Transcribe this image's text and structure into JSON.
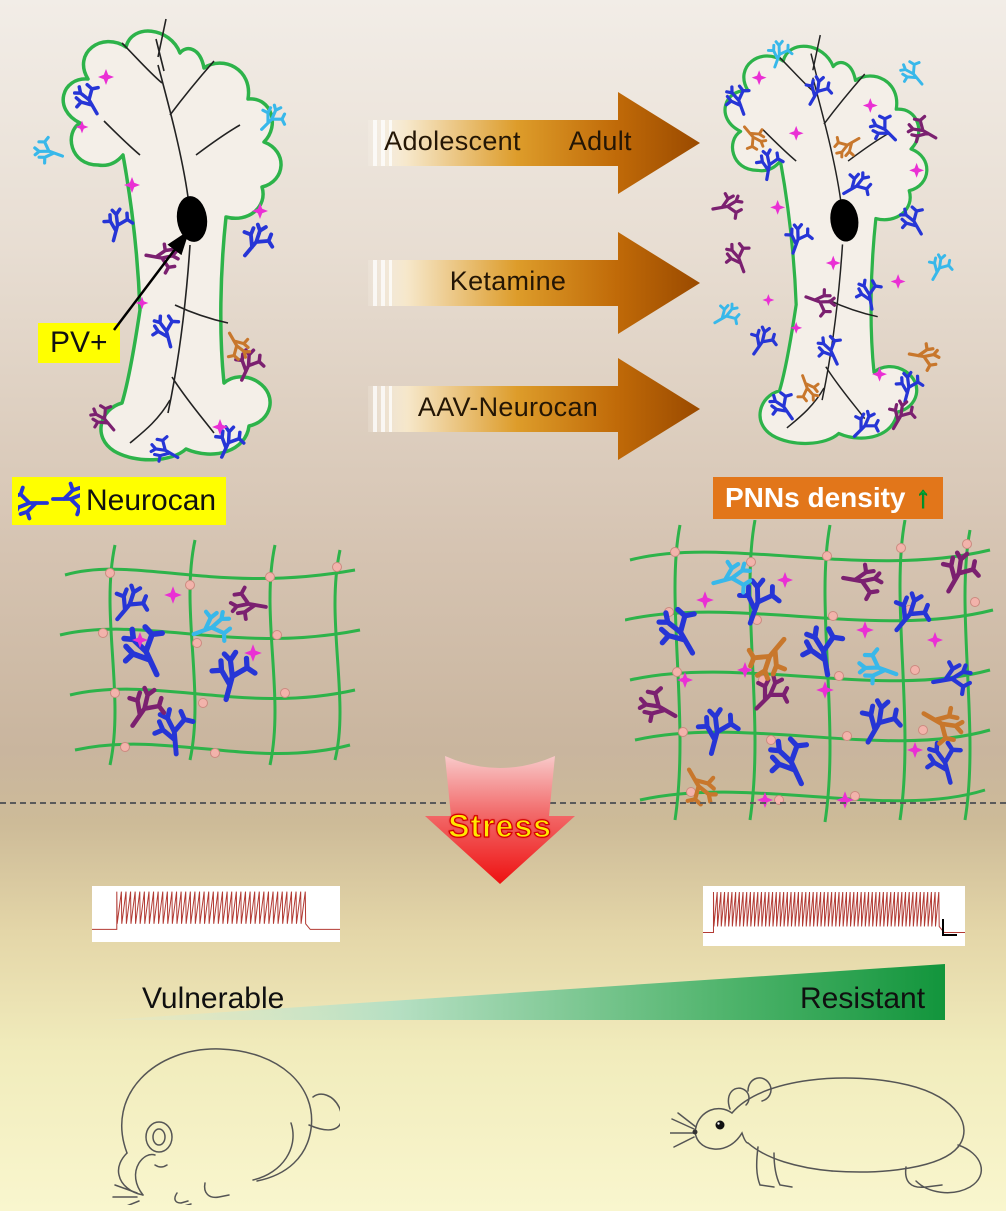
{
  "figure": {
    "type": "graphical-abstract",
    "topic": "Neurocan / PNNs and stress resilience in PV+ neurons"
  },
  "labels": {
    "adolescent": "Adolescent",
    "adult": "Adult",
    "ketamine": "Ketamine",
    "aav_neurocan": "AAV-Neurocan",
    "pv": "PV+",
    "neurocan": "Neurocan",
    "pnns_density": "PNNs density",
    "pnns_up_arrow": "↑",
    "stress": "Stress",
    "vulnerable": "Vulnerable",
    "resistant": "Resistant"
  },
  "colors": {
    "yellow_label_bg": "#ffff00",
    "pnns_label_bg": "#e2761a",
    "pnns_label_text": "#ffffff",
    "pnns_up_green": "#00c23c",
    "arrow_gradient_light": "#f6e7c9",
    "arrow_gradient_dark": "#9a4a00",
    "pnn_net_green": "#2db34a",
    "neurocan_blue": "#2635d6",
    "glyph_purple": "#7b2070",
    "glyph_cyan": "#38b8ea",
    "glyph_orange": "#c8772c",
    "star_magenta": "#ea2fd4",
    "stress_arrow_red": "#ee1111",
    "stress_text_yellow": "#ffe800",
    "trace_red": "#b23a33",
    "triangle_green_dark": "#12953c"
  },
  "traces": {
    "left_spike_count": 42,
    "right_spike_count": 62,
    "color": "#b23a33"
  }
}
